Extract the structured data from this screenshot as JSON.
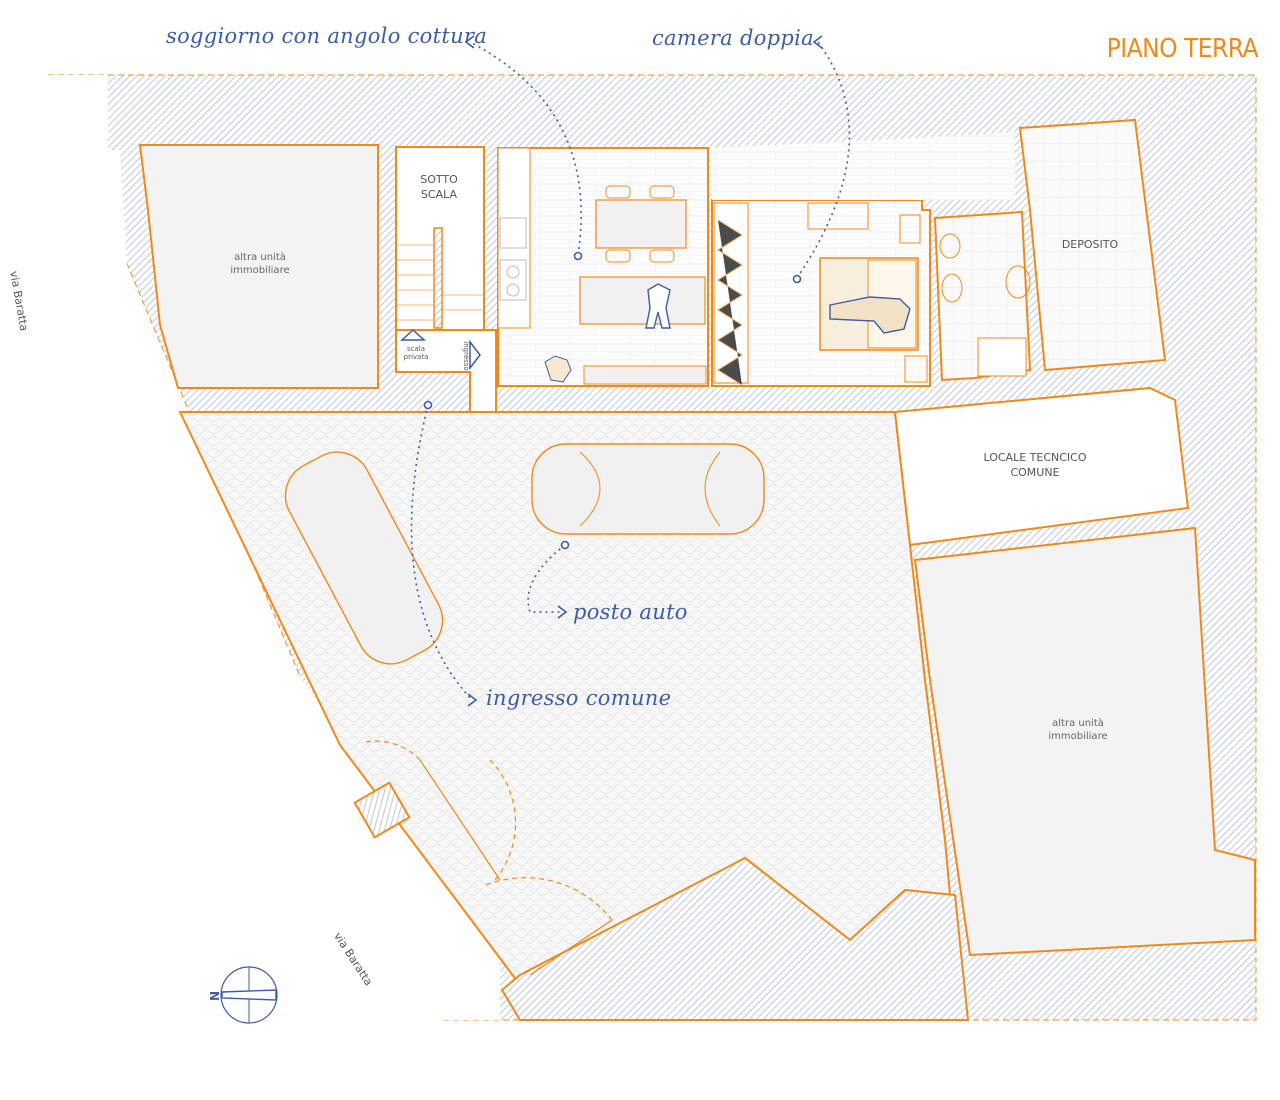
{
  "title": "PIANO TERRA",
  "callouts": {
    "living": "soggiorno con angolo cottura",
    "bedroom": "camera doppia",
    "parking": "posto auto",
    "entrance": "ingresso comune"
  },
  "rooms": {
    "sotto_scala": "SOTTO\nSCALA",
    "other_unit_left": "altra unità\nimmobiliare",
    "deposito": "DEPOSITO",
    "locale_tecnico": "LOCALE TECNCICO\nCOMUNE",
    "other_unit_right": "altra unità\nimmobiliare",
    "scala_privata": "scala\nprivata",
    "ingresso": "ingresso"
  },
  "streets": {
    "left": "via Baratta",
    "bottom": "via Baratta"
  },
  "colors": {
    "walls": "#ef8a1a",
    "annotation": "#3c5ca8",
    "hatch": "#b9c3d9",
    "floor": "#f4f4f4"
  }
}
